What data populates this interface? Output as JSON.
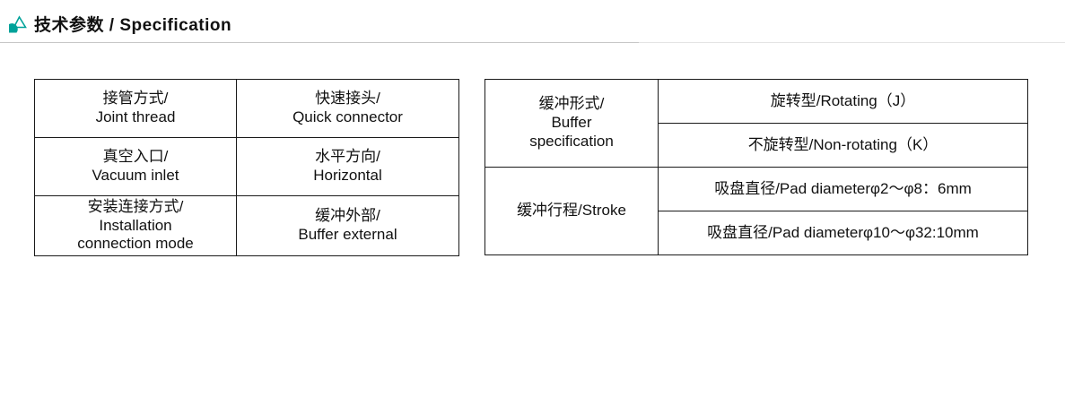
{
  "header": {
    "title": "技术参数 / Specification",
    "accent_color": "#00a29a"
  },
  "left_table": {
    "rows": [
      {
        "label": "接管方式/\nJoint thread",
        "value": "快速接头/\nQuick connector"
      },
      {
        "label": "真空入口/\nVacuum inlet",
        "value": "水平方向/\nHorizontal"
      },
      {
        "label": "安装连接方式/\nInstallation\nconnection mode",
        "value": "缓冲外部/\nBuffer external"
      }
    ]
  },
  "right_table": {
    "groups": [
      {
        "label": "缓冲形式/\nBuffer\nspecification",
        "values": [
          "旋转型/Rotating（J）",
          "不旋转型/Non-rotating（K）"
        ]
      },
      {
        "label": "缓冲行程/Stroke",
        "values": [
          "吸盘直径/Pad diameterφ2～φ8：6mm",
          "吸盘直径/Pad diameterφ10～φ32:10mm"
        ]
      }
    ]
  }
}
